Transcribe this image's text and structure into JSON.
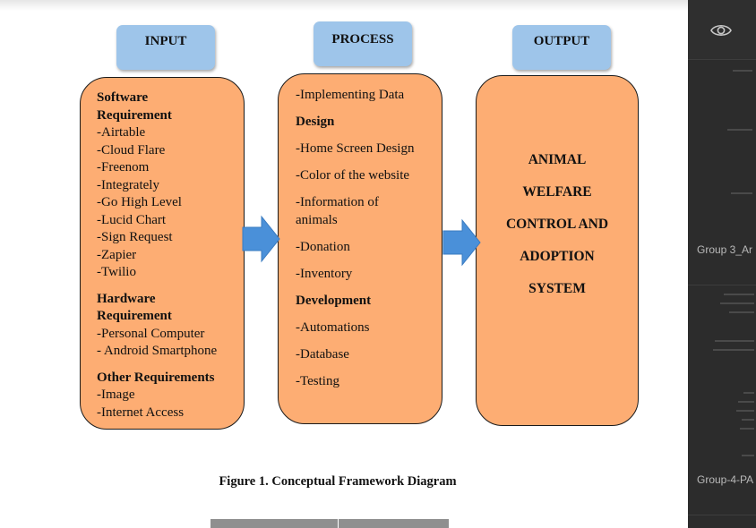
{
  "diagram": {
    "input_header": "INPUT",
    "process_header": "PROCESS",
    "output_header": "OUTPUT",
    "input": {
      "software_heading": [
        "Software",
        "Requirement"
      ],
      "software_items": [
        "-Airtable",
        "-Cloud Flare",
        "-Freenom",
        "-Integrately",
        "-Go High Level",
        "-Lucid Chart",
        "-Sign Request",
        "-Zapier",
        "-Twilio"
      ],
      "hardware_heading": [
        "Hardware",
        "Requirement"
      ],
      "hardware_items": [
        "-Personal Computer",
        "- Android Smartphone"
      ],
      "other_heading": "Other Requirements",
      "other_items": [
        "-Image",
        "-Internet Access"
      ]
    },
    "process": {
      "item_1": "-Implementing Data",
      "design_heading": "Design",
      "design_items": [
        "-Home Screen Design",
        "-Color of the website"
      ],
      "info_lines": [
        "-Information of",
        "animals"
      ],
      "more_items": [
        "-Donation",
        "-Inventory"
      ],
      "development_heading": "Development",
      "development_items": [
        "-Automations",
        "-Database",
        "-Testing"
      ]
    },
    "output_lines": [
      "ANIMAL",
      "WELFARE",
      "CONTROL AND",
      "ADOPTION",
      "SYSTEM"
    ],
    "caption": "Figure 1. Conceptual Framework Diagram"
  },
  "sidebar": {
    "eye_icon": "eye-icon",
    "doc_title_1": "Group 3_Ar",
    "doc_title_2": "Group-4-PA"
  },
  "colors": {
    "header_blue": "#9ec5ea",
    "box_orange": "#fdad73",
    "arrow_blue": "#4a90d9",
    "sidebar_bg": "#2c2c2c"
  }
}
